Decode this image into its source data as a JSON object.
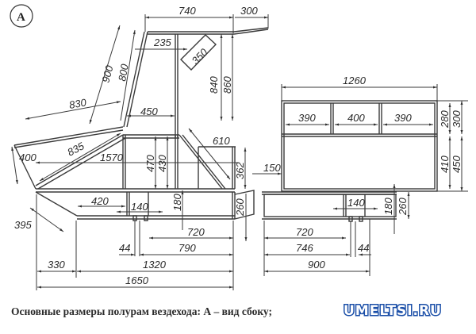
{
  "drawing": {
    "view_label": "A",
    "dimensions": {
      "top_740": "740",
      "top_300": "300",
      "seat_235": "235",
      "diag_350": "350",
      "vert_840": "840",
      "vert_860": "860",
      "back_900": "900",
      "back_800": "800",
      "back_830": "830",
      "seat_450": "450",
      "diag_835": "835",
      "left_400": "400",
      "horiz_1570": "1570",
      "mid_470": "470",
      "mid_430": "430",
      "diag_610": "610",
      "mid_362": "362",
      "gap_150": "150",
      "low_420": "420",
      "low_140_left": "140",
      "low_180_left": "180",
      "low_260_left": "260",
      "low_395": "395",
      "low_720_left": "720",
      "low_44_left": "44",
      "low_790": "790",
      "low_330": "330",
      "low_1320": "1320",
      "low_1650": "1650",
      "right_1260": "1260",
      "right_390a": "390",
      "right_400": "400",
      "right_390b": "390",
      "right_280": "280",
      "right_300": "300",
      "right_410": "410",
      "right_450": "450",
      "right_140": "140",
      "right_180": "180",
      "right_260": "260",
      "right_720": "720",
      "right_746": "746",
      "right_44": "44",
      "right_900": "900"
    }
  },
  "caption": "Основные размеры полурам вездехода: А – вид сбоку;",
  "watermark": "UMELTSI.RU",
  "colors": {
    "line": "#3a3a3a",
    "watermark_outline": "#1b4fa8"
  }
}
